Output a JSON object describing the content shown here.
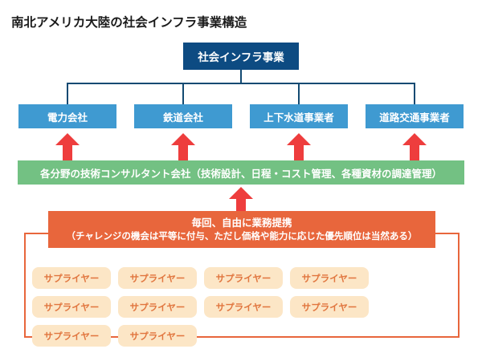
{
  "title": "南北アメリカ大陸の社会インフラ事業構造",
  "root": {
    "label": "社会インフラ事業"
  },
  "operators": [
    {
      "label": "電力会社"
    },
    {
      "label": "鉄道会社"
    },
    {
      "label": "上下水道事業者"
    },
    {
      "label": "道路交通事業者"
    }
  ],
  "consultant": {
    "label": "各分野の技術コンサルタント会社（技術設計、日程・コスト管理、各種資材の調達管理）"
  },
  "partnership": {
    "line1": "毎回、自由に業務提携",
    "line2": "（チャレンジの機会は平等に付与、ただし価格や能力に応じた優先順位は当然ある）"
  },
  "suppliers": [
    {
      "label": "サプライヤー"
    },
    {
      "label": "サプライヤー"
    },
    {
      "label": "サプライヤー"
    },
    {
      "label": "サプライヤー"
    },
    {
      "label": "サプライヤー"
    },
    {
      "label": "サプライヤー"
    },
    {
      "label": "サプライヤー"
    },
    {
      "label": "サプライヤー"
    },
    {
      "label": "サプライヤー"
    },
    {
      "label": "サプライヤー"
    }
  ],
  "colors": {
    "root_box": "#0d4b82",
    "operator_box": "#3f9ad1",
    "connector_line": "#134a72",
    "arrow": "#ee3d3d",
    "consultant_bar": "#73c183",
    "partnership_banner": "#e8663c",
    "frame_border": "#e8663c",
    "supplier_fill": "#fce6c6",
    "supplier_text": "#e1763f",
    "title_text": "#1a1a1a",
    "background": "#ffffff"
  }
}
